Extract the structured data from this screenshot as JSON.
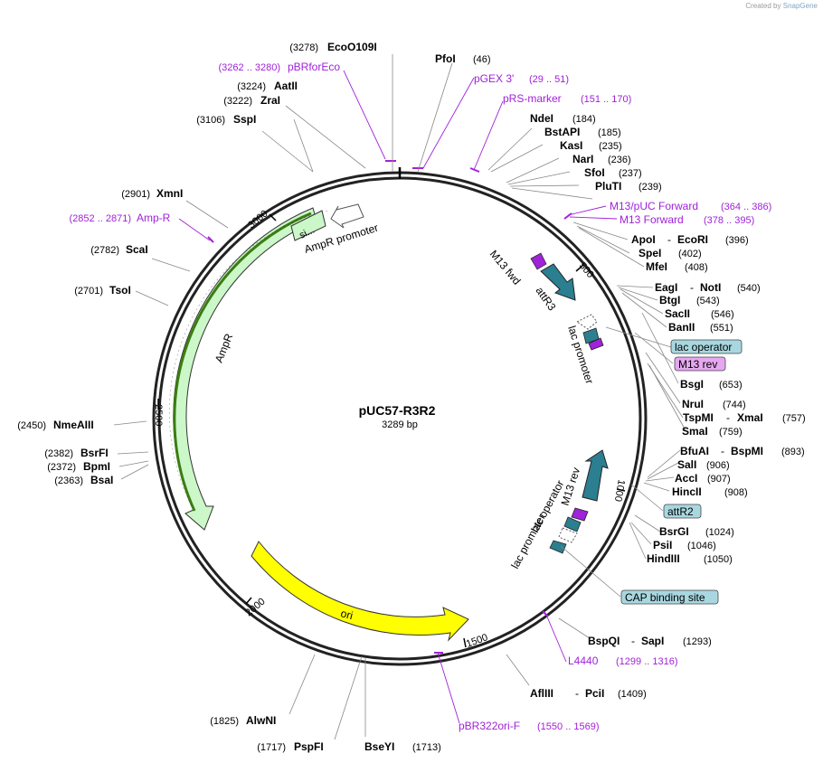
{
  "credit": {
    "prefix": "Created by",
    "brand": "SnapGene"
  },
  "plasmid": {
    "name": "pUC57-R3R2",
    "length_label": "3289 bp"
  },
  "tick_labels": [
    "500",
    "1000",
    "1500",
    "2000",
    "2500",
    "3000"
  ],
  "features": {
    "ampr_promoter": "AmpR promoter",
    "ampr": "AmpR",
    "ori": "ori",
    "sig": "si...",
    "m13_fwd": "M13 fwd",
    "attr3": "attR3",
    "lac_promoter_top": "lac promoter",
    "m13_rev": "M13 rev",
    "lac_operator": "lac operator",
    "lac_promoter_bottom": "lac promoter"
  },
  "enzymes": {
    "ecoo109i": {
      "name": "EcoO109I",
      "pos": "(3278)"
    },
    "pfoi": {
      "name": "PfoI",
      "pos": "(46)"
    },
    "aatii": {
      "name": "AatII",
      "pos": "(3224)"
    },
    "zrai": {
      "name": "ZraI",
      "pos": "(3222)"
    },
    "sspi": {
      "name": "SspI",
      "pos": "(3106)"
    },
    "ndei": {
      "name": "NdeI",
      "pos": "(184)"
    },
    "bstapi": {
      "name": "BstAPI",
      "pos": "(185)"
    },
    "kasi": {
      "name": "KasI",
      "pos": "(235)"
    },
    "nari": {
      "name": "NarI",
      "pos": "(236)"
    },
    "sfoi": {
      "name": "SfoI",
      "pos": "(237)"
    },
    "pluti": {
      "name": "PluTI",
      "pos": "(239)"
    },
    "xmni": {
      "name": "XmnI",
      "pos": "(2901)"
    },
    "scai": {
      "name": "ScaI",
      "pos": "(2782)"
    },
    "tsoi": {
      "name": "TsoI",
      "pos": "(2701)"
    },
    "apoi": {
      "name": "ApoI",
      "sep": "-",
      "name2": "EcoRI",
      "pos": "(396)"
    },
    "spei": {
      "name": "SpeI",
      "pos": "(402)"
    },
    "mfei": {
      "name": "MfeI",
      "pos": "(408)"
    },
    "eagi": {
      "name": "EagI",
      "sep": "-",
      "name2": "NotI",
      "pos": "(540)"
    },
    "btgi": {
      "name": "BtgI",
      "pos": "(543)"
    },
    "sacii": {
      "name": "SacII",
      "pos": "(546)"
    },
    "banii": {
      "name": "BanII",
      "pos": "(551)"
    },
    "bsgi": {
      "name": "BsgI",
      "pos": "(653)"
    },
    "nrui": {
      "name": "NruI",
      "pos": "(744)"
    },
    "tspmi": {
      "name": "TspMI",
      "sep": "-",
      "name2": "XmaI",
      "pos": "(757)"
    },
    "smai": {
      "name": "SmaI",
      "pos": "(759)"
    },
    "nmeaiii": {
      "name": "NmeAIII",
      "pos": "(2450)"
    },
    "bsrfi": {
      "name": "BsrFI",
      "pos": "(2382)"
    },
    "bpmi": {
      "name": "BpmI",
      "pos": "(2372)"
    },
    "bsai": {
      "name": "BsaI",
      "pos": "(2363)"
    },
    "bfuai": {
      "name": "BfuAI",
      "sep": "-",
      "name2": "BspMI",
      "pos": "(893)"
    },
    "sali": {
      "name": "SalI",
      "pos": "(906)"
    },
    "acci": {
      "name": "AccI",
      "pos": "(907)"
    },
    "hincii": {
      "name": "HincII",
      "pos": "(908)"
    },
    "bsrgi": {
      "name": "BsrGI",
      "pos": "(1024)"
    },
    "psii": {
      "name": "PsiI",
      "pos": "(1046)"
    },
    "hindiii": {
      "name": "HindIII",
      "pos": "(1050)"
    },
    "bspqi": {
      "name": "BspQI",
      "sep": "-",
      "name2": "SapI",
      "pos": "(1293)"
    },
    "afliii": {
      "name": "AflIII",
      "sep": "-",
      "name2": "PciI",
      "pos": "(1409)"
    },
    "alwni": {
      "name": "AlwNI",
      "pos": "(1825)"
    },
    "pspfi": {
      "name": "PspFI",
      "pos": "(1717)"
    },
    "bseyi": {
      "name": "BseYI",
      "pos": "(1713)"
    }
  },
  "primers": {
    "pbrforeco": {
      "name": "pBRforEco",
      "range": "(3262 .. 3280)"
    },
    "pgex3": {
      "name": "pGEX 3'",
      "range": "(29 .. 51)"
    },
    "prsmarker": {
      "name": "pRS-marker",
      "range": "(151 .. 170)"
    },
    "ampr_primer": {
      "name": "Amp-R",
      "range": "(2852 .. 2871)"
    },
    "m13puc": {
      "name": "M13/pUC Forward",
      "range": "(364 .. 386)"
    },
    "m13forward": {
      "name": "M13 Forward",
      "range": "(378 .. 395)"
    },
    "l4440": {
      "name": "L4440",
      "range": "(1299 .. 1316)"
    },
    "pbr322ori": {
      "name": "pBR322ori-F",
      "range": "(1550 .. 1569)"
    }
  },
  "boxed_labels": {
    "lac_operator": "lac operator",
    "m13_rev": "M13 rev",
    "attr2": "attR2",
    "cap_site": "CAP binding site"
  },
  "colors": {
    "backbone": "#222222",
    "primer": "#a022d9",
    "ampr_fill": "#ccf7c9",
    "ori_fill": "#ffff00",
    "feature_teal": "#2b7f90",
    "box_teal": "#a8d7e0",
    "box_violet": "#e5a8f0"
  }
}
